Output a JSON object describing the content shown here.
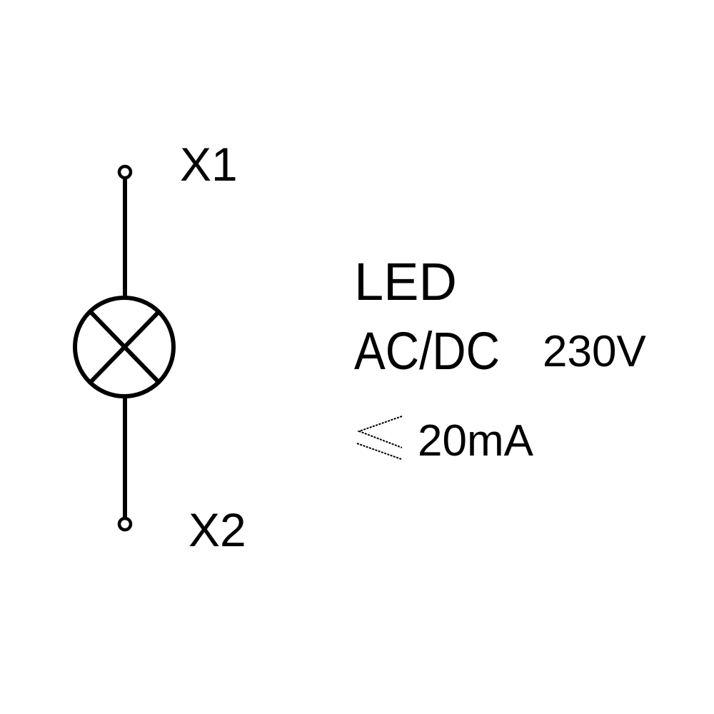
{
  "symbol": {
    "type": "indicator-lamp",
    "icon": "lamp-cross-circle-icon"
  },
  "terminals": {
    "top": "X1",
    "bottom": "X2"
  },
  "specs": {
    "type_label": "LED",
    "supply_type": "AC/DC",
    "voltage": "230V",
    "current_symbol": "≤",
    "current": "20mA"
  },
  "colors": {
    "stroke": "#000000",
    "background": "#ffffff"
  }
}
